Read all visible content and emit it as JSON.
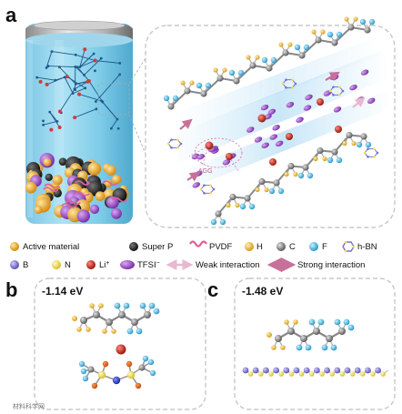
{
  "panels": {
    "a": "a",
    "b": "b",
    "c": "c"
  },
  "legend": {
    "row1": [
      "Active material",
      "Super P",
      "PVDF",
      "H",
      "C",
      "F",
      "h-BN"
    ],
    "row2": [
      "B",
      "N",
      "Li",
      "TFSI",
      "Weak interaction",
      "Strong interaction"
    ],
    "li_sup": "+",
    "tfsi_sup": "−"
  },
  "agg_label": "AGG",
  "energies": {
    "b": "-1.14 eV",
    "c": "-1.48 eV"
  },
  "watermark": "材料科学网",
  "colors": {
    "active": "#e6a12a",
    "superp": "#2b2b2b",
    "pvdf": "#e0609a",
    "hydrogen": "#e8b834",
    "carbon": "#8a8a8a",
    "fluorine": "#4fb8d8",
    "boron": "#7b74c9",
    "nitrogen": "#f2e04a",
    "lithium": "#c42a1e",
    "tfsi": "#9a52c6",
    "weak": "#e8b8d0",
    "strong": "#c8709a",
    "battery": "#8ed3ee"
  }
}
